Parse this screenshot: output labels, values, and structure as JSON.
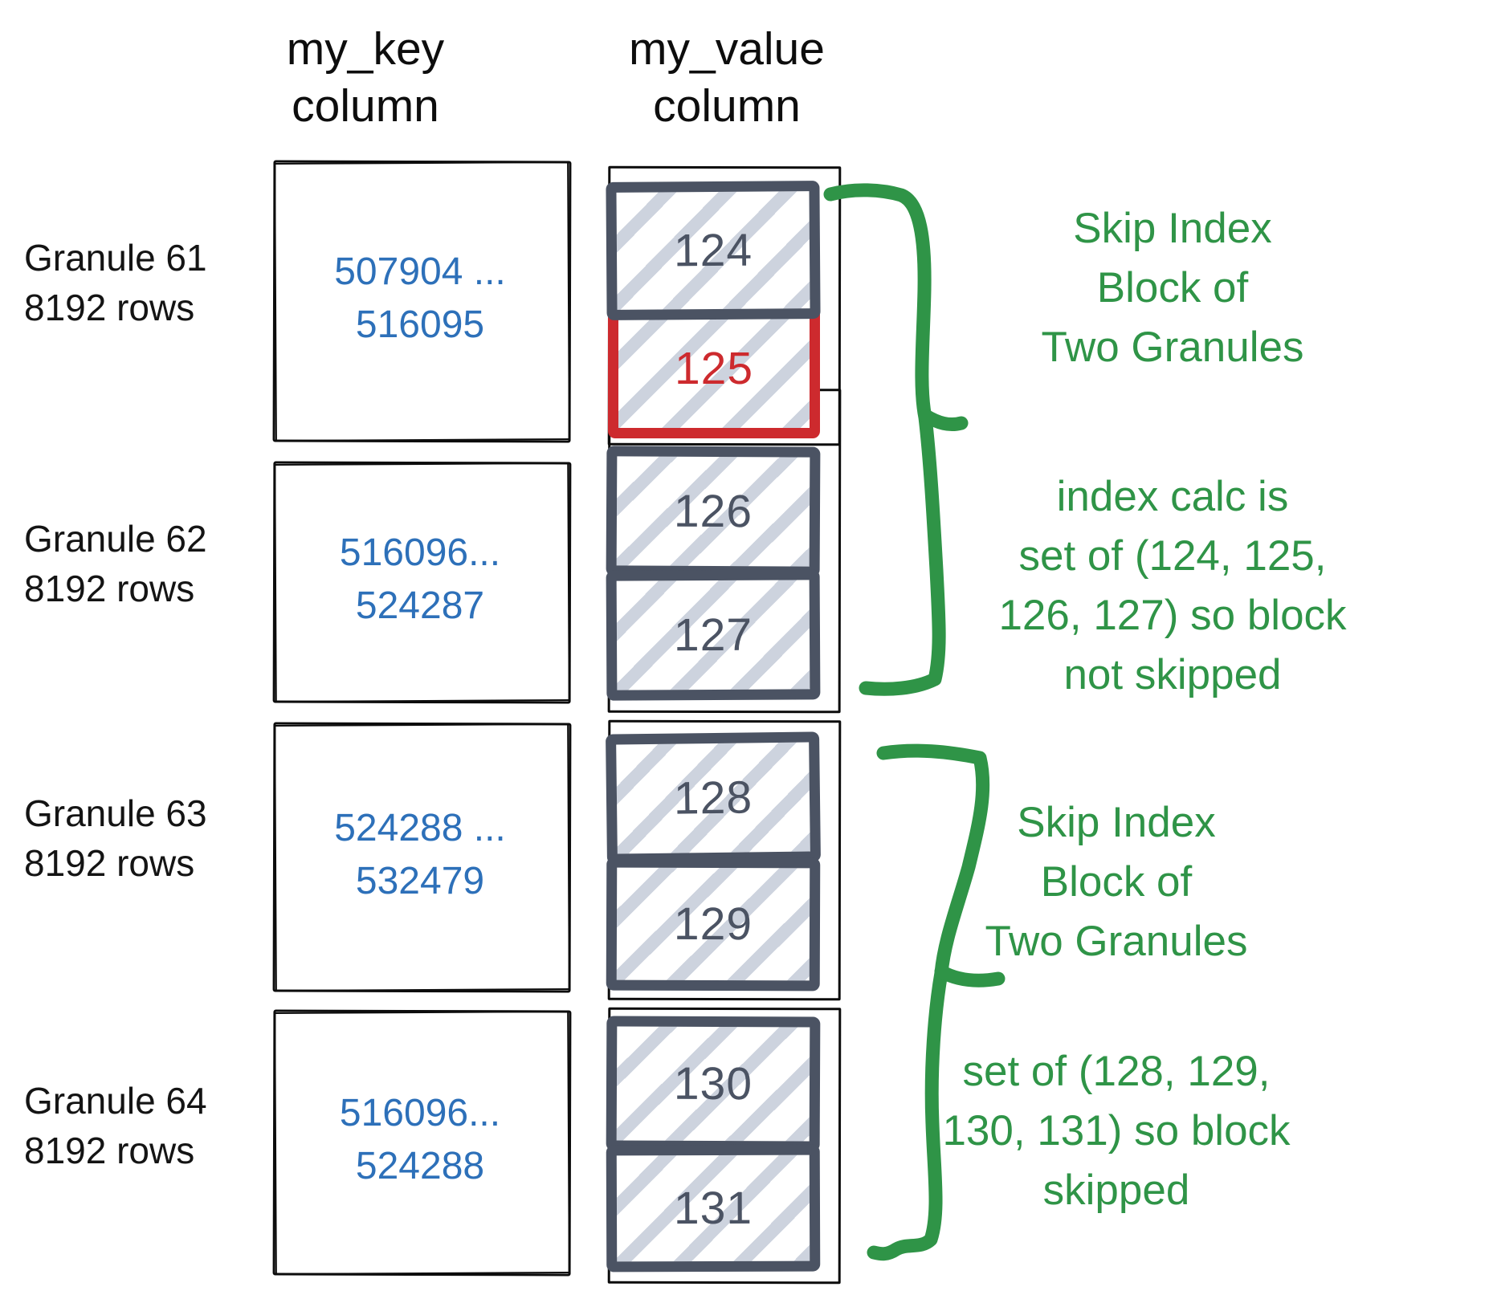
{
  "diagram": {
    "headers": {
      "key": "my_key\ncolumn",
      "value": "my_value\ncolumn"
    },
    "granules": [
      {
        "label": "Granule 61\n8192 rows",
        "key_range": "507904 ...\n516095",
        "blocks": [
          {
            "value": "124",
            "highlight": false
          },
          {
            "value": "125",
            "highlight": true
          }
        ]
      },
      {
        "label": "Granule 62\n8192 rows",
        "key_range": "516096...\n524287",
        "blocks": [
          {
            "value": "126",
            "highlight": false
          },
          {
            "value": "127",
            "highlight": false
          }
        ]
      },
      {
        "label": "Granule 63\n8192 rows",
        "key_range": "524288 ...\n532479",
        "blocks": [
          {
            "value": "128",
            "highlight": false
          },
          {
            "value": "129",
            "highlight": false
          }
        ]
      },
      {
        "label": "Granule 64\n8192 rows",
        "key_range": "516096...\n524288",
        "blocks": [
          {
            "value": "130",
            "highlight": false
          },
          {
            "value": "131",
            "highlight": false
          }
        ]
      }
    ],
    "annotations": [
      {
        "text": "Skip Index\nBlock of\nTwo Granules"
      },
      {
        "text": "index calc is\nset of (124, 125,\n126, 127) so block\nnot skipped"
      },
      {
        "text": "Skip Index\nBlock of\nTwo Granules"
      },
      {
        "text": "set of (128, 129,\n130, 131) so block\nskipped"
      }
    ],
    "colors": {
      "green": "#2f9447",
      "blue": "#2d70b9",
      "red": "#cd2a2e",
      "slate": "#4b5363",
      "hatch": "#cdd3de",
      "black": "#111111"
    }
  }
}
